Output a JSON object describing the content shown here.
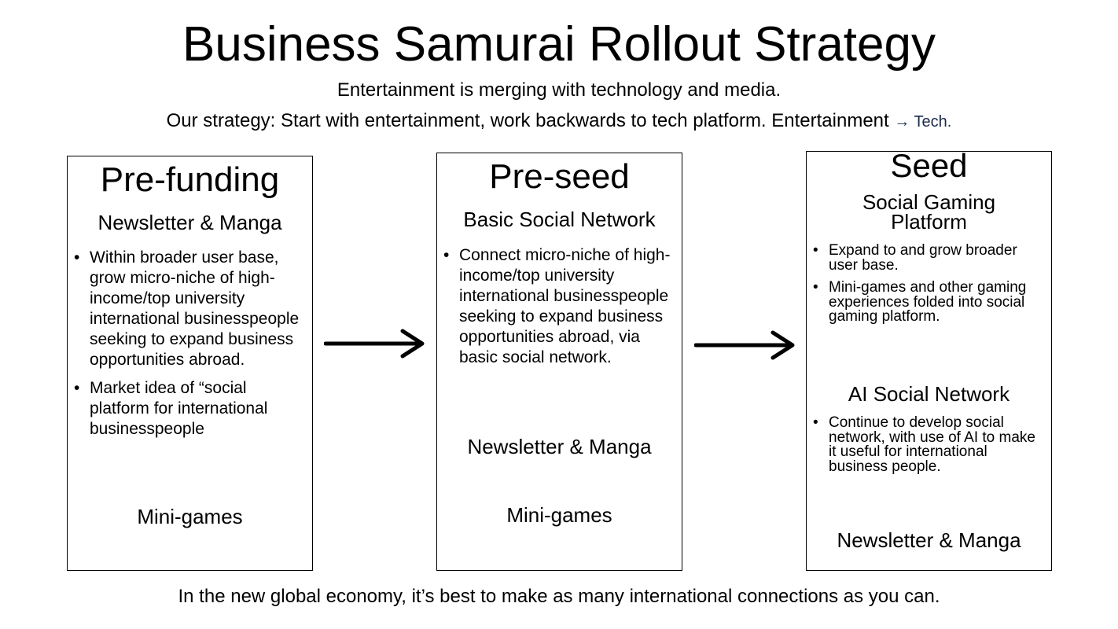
{
  "header": {
    "title": "Business Samurai Rollout Strategy",
    "subtitle": "Entertainment is merging with technology and media.",
    "strategy_text": "Our strategy: Start with entertainment, work backwards to tech platform. Entertainment",
    "strategy_arrow": "→ Tech."
  },
  "stages": [
    {
      "title": "Pre-funding",
      "primary": "Newsletter & Manga",
      "bullets": [
        "Within broader user base, grow micro-niche of high-income/top university international businesspeople seeking to expand business opportunities abroad.",
        "Market idea of “social platform for international businesspeople"
      ],
      "secondary": "Mini-games"
    },
    {
      "title": "Pre-seed",
      "primary": "Basic Social Network",
      "bullets": [
        "Connect micro-niche of high-income/top university international businesspeople seeking to expand business opportunities abroad, via basic social network."
      ],
      "secondary": "Newsletter & Manga",
      "tertiary": "Mini-games"
    },
    {
      "title": "Seed",
      "primary": "Social Gaming Platform",
      "primary_bullets": [
        "Expand to and grow broader user base.",
        "Mini-games and other gaming experiences folded into  social gaming platform."
      ],
      "secondary": "AI Social Network",
      "secondary_bullets": [
        "Continue to develop social network, with use of AI to make it useful for international business people."
      ],
      "tertiary": "Newsletter & Manga"
    }
  ],
  "footer": "In the new global economy, it’s best to make as many international connections as you can.",
  "colors": {
    "text": "#000000",
    "background": "#ffffff",
    "border": "#000000"
  }
}
